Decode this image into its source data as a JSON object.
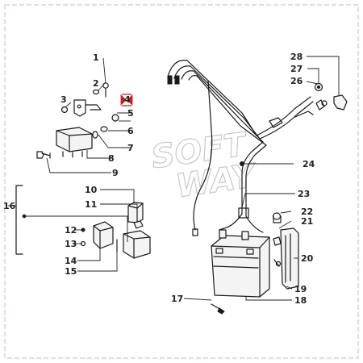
{
  "diagram": {
    "callouts": {
      "c1": "1",
      "c2": "2",
      "c3": "3",
      "c4": "4",
      "c5": "5",
      "c6": "6",
      "c7": "7",
      "c8": "8",
      "c9": "9",
      "c10": "10",
      "c11": "11",
      "c12": "12",
      "c13": "13",
      "c14": "14",
      "c15": "15",
      "c16": "16",
      "c17": "17",
      "c18": "18",
      "c19": "19",
      "c20": "20",
      "c21": "21",
      "c22": "22",
      "c23": "23",
      "c24": "24",
      "c26": "26",
      "c27": "27",
      "c28": "28"
    },
    "watermark": {
      "line1": "SOFT",
      "line2": "WAY"
    },
    "colors": {
      "highlight_marker": "#d11a1a",
      "border": "#e1c3c3",
      "ink": "#1a1a1a"
    }
  }
}
